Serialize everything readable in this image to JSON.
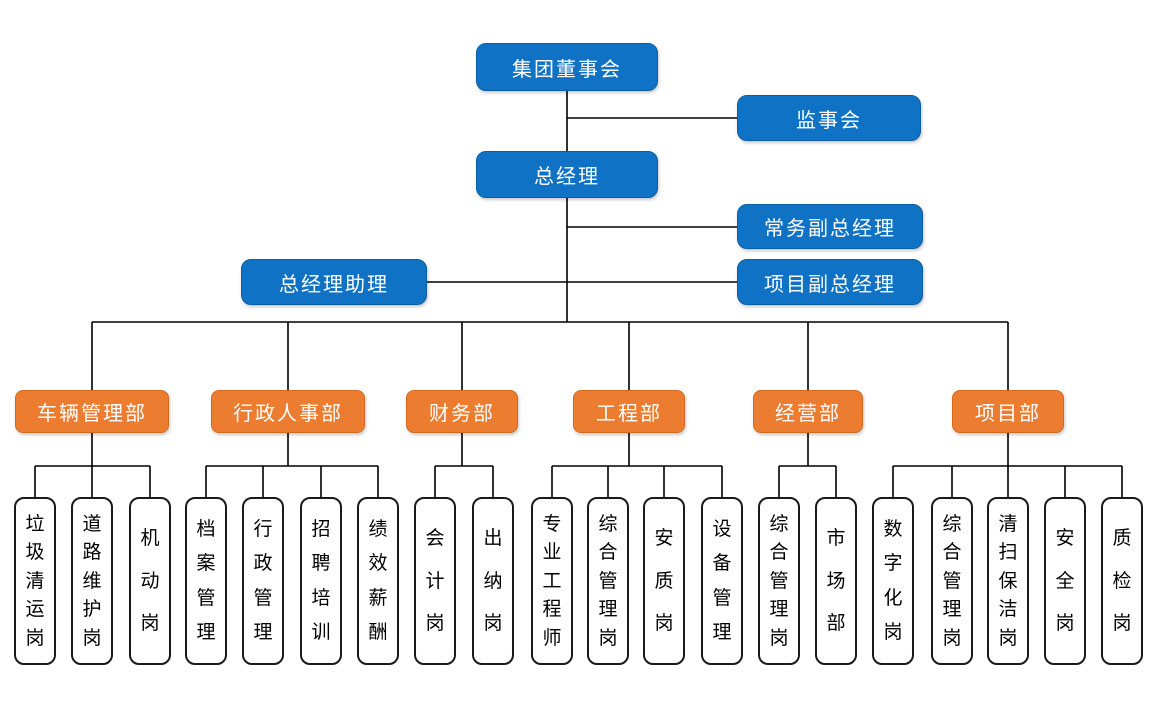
{
  "org": {
    "top": {
      "board": "集团董事会",
      "supervisory": "监事会",
      "general_manager": "总经理",
      "executive_deputy_gm": "常务副总经理",
      "gm_assistant": "总经理助理",
      "project_deputy_gm": "项目副总经理"
    },
    "departments": [
      {
        "label": "车辆管理部",
        "positions": [
          "垃圾清运岗",
          "道路维护岗",
          "机动岗"
        ]
      },
      {
        "label": "行政人事部",
        "positions": [
          "档案管理",
          "行政管理",
          "招聘培训",
          "绩效薪酬"
        ]
      },
      {
        "label": "财务部",
        "positions": [
          "会计岗",
          "出纳岗"
        ]
      },
      {
        "label": "工程部",
        "positions": [
          "专业工程师",
          "综合管理岗",
          "安质岗",
          "设备管理"
        ]
      },
      {
        "label": "经营部",
        "positions": [
          "综合管理岗",
          "市场部"
        ]
      },
      {
        "label": "项目部",
        "positions": [
          "数字化岗",
          "综合管理岗",
          "清扫保洁岗",
          "安全岗",
          "质检岗"
        ]
      }
    ]
  },
  "colors": {
    "executive_fill": "#0F72C4",
    "executive_border": "#0B5EA5",
    "department_fill": "#EC7C30",
    "department_border": "#D2691F",
    "position_fill": "#FFFFFF",
    "position_border": "#1A1A1A",
    "position_text": "#000000",
    "text_on_fill": "#FFFFFF",
    "line": "#000000"
  }
}
